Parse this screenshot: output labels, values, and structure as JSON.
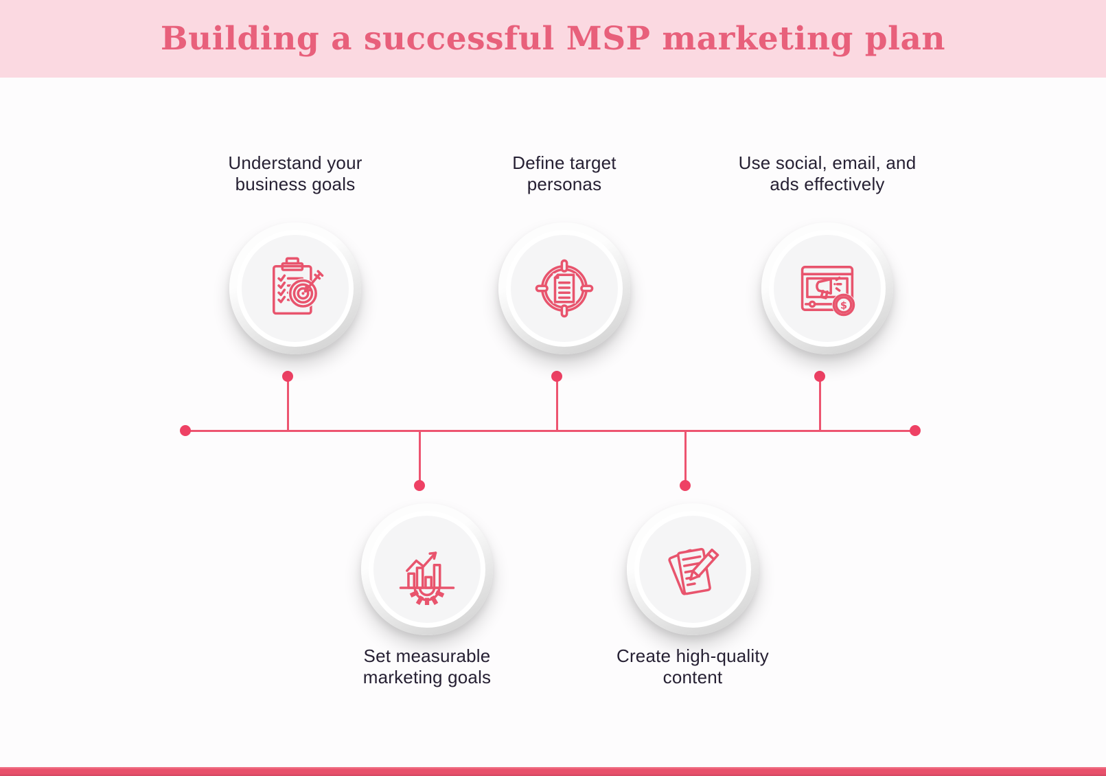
{
  "header": {
    "title": "Building a successful MSP marketing plan"
  },
  "steps": [
    {
      "label": "Understand your\nbusiness goals",
      "icon": "clipboard-target-icon",
      "row": "top"
    },
    {
      "label": "Define target\npersonas",
      "icon": "document-crosshair-icon",
      "row": "top"
    },
    {
      "label": "Use social, email, and\nads effectively",
      "icon": "browser-megaphone-dollar-icon",
      "row": "top"
    },
    {
      "label": "Set measurable\nmarketing goals",
      "icon": "chart-gear-icon",
      "row": "bottom"
    },
    {
      "label": "Create high-quality\ncontent",
      "icon": "notes-pencil-icon",
      "row": "bottom"
    }
  ],
  "coin_symbol": "$",
  "colors": {
    "header_bg": "#FBD9E1",
    "title_text": "#E8607B",
    "accent_line": "#ED5470",
    "accent_dot": "#EE4164",
    "icon_stroke": "#E8546D",
    "label_text": "#262033",
    "page_bg": "#FDFCFD",
    "circle_inner": "#F5F5F6",
    "footer_bar": "#E8506B"
  }
}
